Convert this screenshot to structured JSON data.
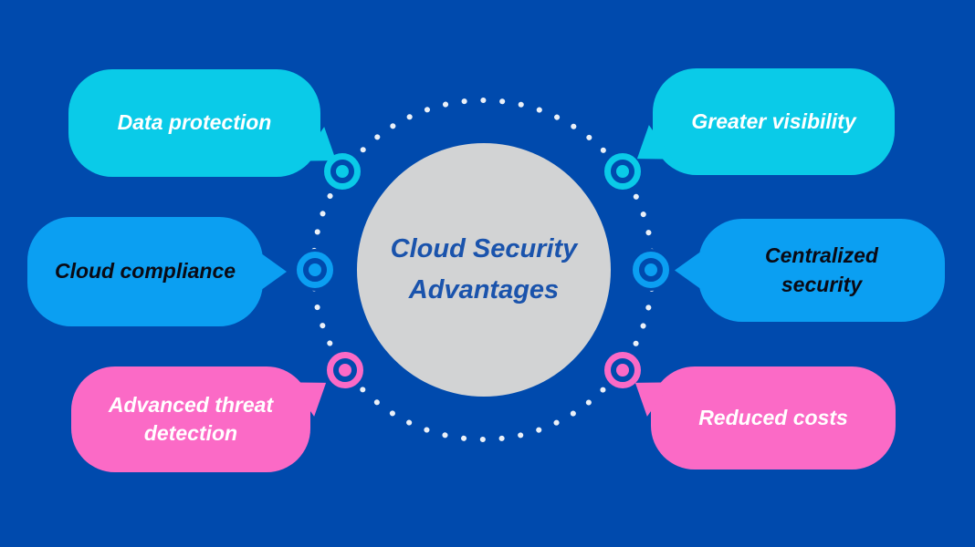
{
  "center": {
    "title": "Cloud Security Advantages"
  },
  "bubbles": [
    {
      "position": "top-left",
      "label": "Data protection",
      "fill": "#0ACBE8",
      "text_color": "#FFFFFF"
    },
    {
      "position": "middle-left",
      "label": "Cloud compliance",
      "fill": "#0B9FF2",
      "text_color": "#0A0A14"
    },
    {
      "position": "bottom-left",
      "label": "Advanced threat detection",
      "fill": "#FB6AC6",
      "text_color": "#FFFFFF"
    },
    {
      "position": "top-right",
      "label": "Greater visibility",
      "fill": "#0ACBE8",
      "text_color": "#FFFFFF"
    },
    {
      "position": "middle-right",
      "label": "Centralized security",
      "fill": "#0B9FF2",
      "text_color": "#0A0A14"
    },
    {
      "position": "bottom-right",
      "label": "Reduced costs",
      "fill": "#FB6AC6",
      "text_color": "#FFFFFF"
    }
  ],
  "icons": [
    {
      "name": "target-icon",
      "position": "top-left",
      "color": "#0ACBE8"
    },
    {
      "name": "target-icon",
      "position": "middle-left",
      "color": "#0B9FF2"
    },
    {
      "name": "target-icon",
      "position": "bottom-left",
      "color": "#FB6AC6"
    },
    {
      "name": "target-icon",
      "position": "top-right",
      "color": "#0ACBE8"
    },
    {
      "name": "target-icon",
      "position": "middle-right",
      "color": "#0B9FF2"
    },
    {
      "name": "target-icon",
      "position": "bottom-right",
      "color": "#FB6AC6"
    }
  ],
  "colors": {
    "background": "#004AAD",
    "center_circle": "#D2D3D4",
    "title_text": "#1A53AC",
    "dotted_ring": "#EAF0F8",
    "cyan": "#0ACBE8",
    "blue": "#0B9FF2",
    "pink": "#FB6AC6"
  }
}
